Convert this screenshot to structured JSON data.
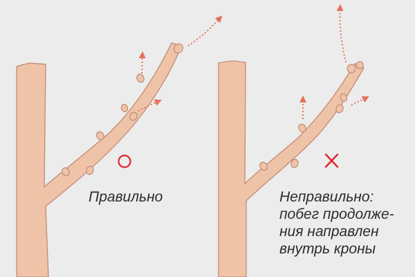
{
  "diagrams": [
    {
      "id": "correct",
      "mark": "circle",
      "caption_lines": [
        "Правильно"
      ]
    },
    {
      "id": "incorrect",
      "mark": "cross",
      "caption_lines": [
        "Неправильно:",
        "побег продолже-",
        "ния направлен",
        "внутрь кроны"
      ]
    }
  ],
  "colors": {
    "bark_fill": "#efc3a8",
    "bark_stroke": "#c08a74",
    "arrow": "#e4725a",
    "mark": "#e0232b",
    "text": "#2b2b2b",
    "background": "#ececec"
  }
}
